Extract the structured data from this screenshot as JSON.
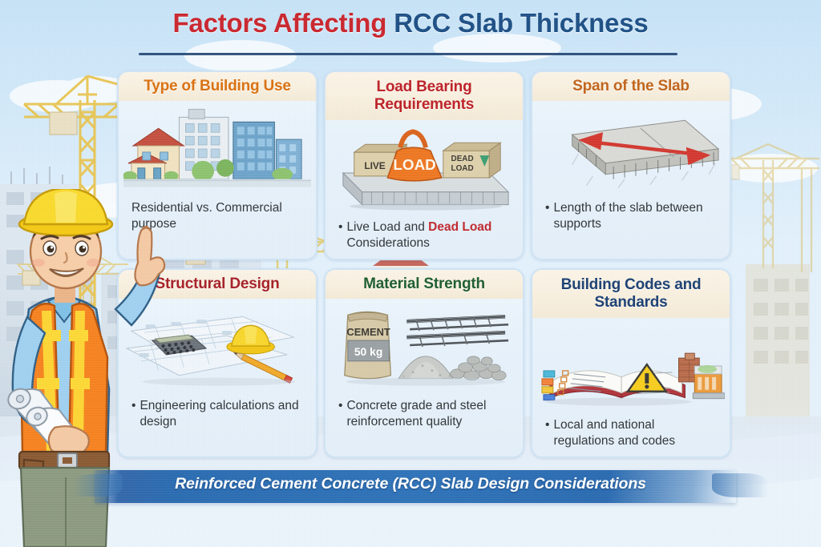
{
  "header": {
    "title_part1": "Factors Affecting",
    "title_part2": "RCC Slab Thickness",
    "color_part1": "#c9252d",
    "color_part2": "#1d4f85"
  },
  "cards": [
    {
      "id": "type-of-building-use",
      "heading": "Type of Building Use",
      "heading_color": "#d9700f",
      "bullet": "",
      "body": "Residential vs. Commercial purpose",
      "illustration": "residential-and-commercial-buildings-illustration"
    },
    {
      "id": "load-bearing-requirements",
      "heading": "Load Bearing Requirements",
      "heading_color": "#bc2026",
      "bullet": "•",
      "body_prefix": "Live Load and ",
      "body_emphasis": "Dead Load",
      "body_suffix": " Considerations",
      "illustration": "slab-with-load-weight-and-boxes-illustration",
      "labels": {
        "live_box": "LIVE",
        "weight": "LOAD",
        "dead_box_line1": "DEAD",
        "dead_box_line2": "LOAD"
      }
    },
    {
      "id": "span-of-the-slab",
      "heading": "Span of the Slab",
      "heading_color": "#c0631a",
      "bullet": "•",
      "body": "Length of the slab between supports",
      "illustration": "slab-with-span-double-arrow-illustration"
    },
    {
      "id": "structural-design",
      "heading": "Structural Design",
      "heading_color": "#a51f27",
      "bullet": "•",
      "body": "Engineering calculations and design",
      "illustration": "blueprint-calculator-hardhat-pencil-illustration"
    },
    {
      "id": "material-strength",
      "heading": "Material Strength",
      "heading_color": "#1d5c2e",
      "bullet": "•",
      "body": "Concrete grade and steel reinforcement quality",
      "illustration": "cement-bag-rebar-sand-aggregate-illustration",
      "labels": {
        "bag_name": "CEMENT",
        "bag_weight": "50 kg"
      }
    },
    {
      "id": "building-codes-and-standards",
      "heading": "Building Codes and Standards",
      "heading_color": "#1b3f72",
      "bullet": "•",
      "body": "Local and national regulations and codes",
      "illustration": "open-code-book-warning-sign-buildings-illustration"
    }
  ],
  "footer": {
    "banner_text": "Reinforced Cement Concrete (RCC) Slab Design Considerations",
    "banner_color": "#2e72b8"
  },
  "scene": {
    "worker": "construction-worker-character",
    "background": "construction-site-with-cranes-background"
  }
}
